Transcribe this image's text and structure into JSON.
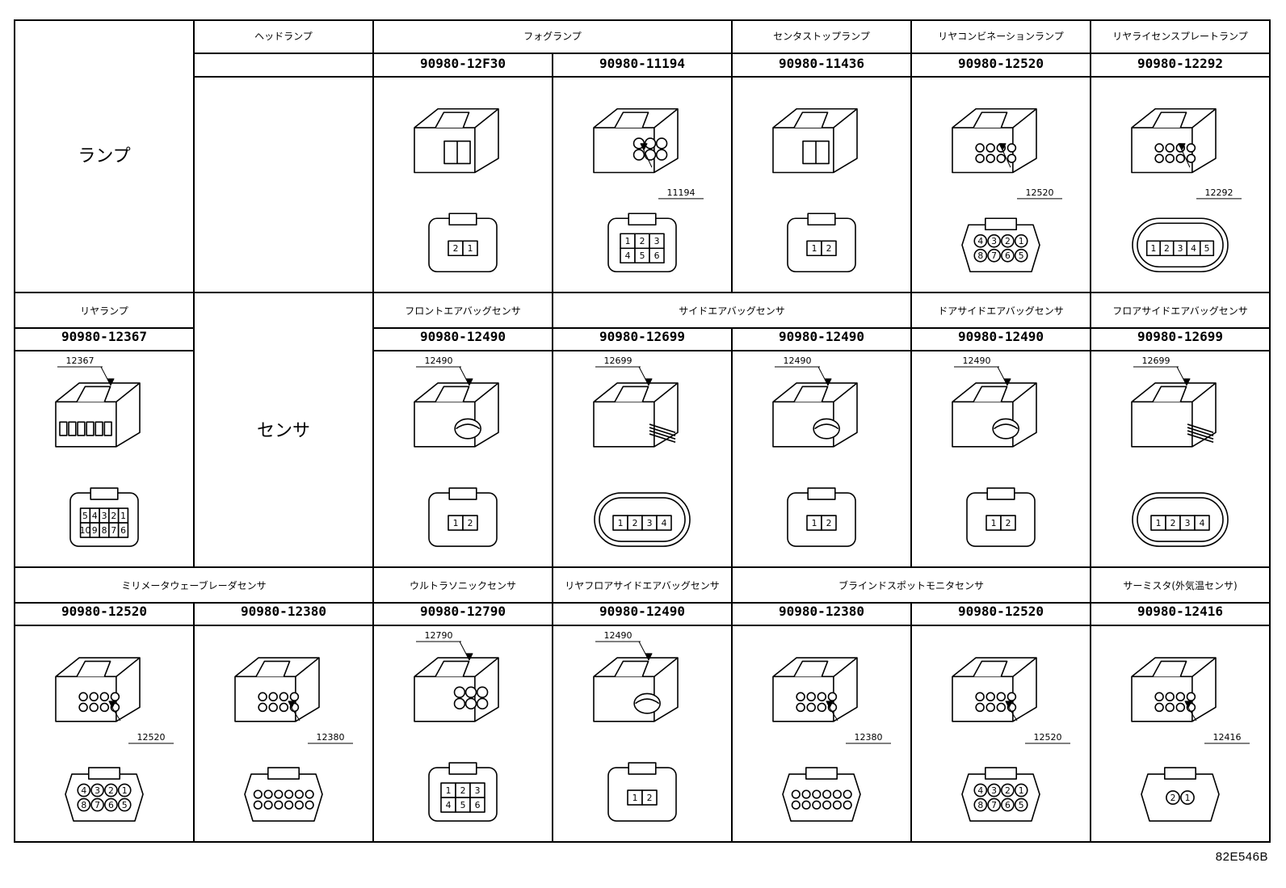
{
  "row1": {
    "category": "ランプ",
    "groups": [
      "ヘッドランプ",
      "フォグランプ",
      "センタストップランプ",
      "リヤコンビネーションランプ",
      "リヤライセンスプレートランプ"
    ],
    "parts": [
      {
        "pn": "90980-12F30",
        "callout": "",
        "pins": [
          "2",
          "1"
        ]
      },
      {
        "pn": "90980-11194",
        "callout": "11194",
        "pins": [
          "1",
          "2",
          "3",
          "4",
          "5",
          "6"
        ]
      },
      {
        "pn": "90980-11436",
        "callout": "",
        "pins": [
          "1",
          "2"
        ]
      },
      {
        "pn": "90980-12520",
        "callout": "12520",
        "pins": [
          "4",
          "3",
          "2",
          "1",
          "8",
          "7",
          "6",
          "5"
        ]
      },
      {
        "pn": "90980-12292",
        "callout": "12292",
        "pins": [
          "1",
          "2",
          "3",
          "4",
          "5"
        ]
      }
    ]
  },
  "row2": {
    "left_group": "リヤランプ",
    "left_part": {
      "pn": "90980-12367",
      "callout": "12367",
      "pins": [
        "5",
        "4",
        "3",
        "2",
        "1",
        "10",
        "9",
        "8",
        "7",
        "6"
      ]
    },
    "category": "センサ",
    "groups": [
      "フロントエアバッグセンサ",
      "サイドエアバッグセンサ",
      "ドアサイドエアバッグセンサ",
      "フロアサイドエアバッグセンサ"
    ],
    "parts": [
      {
        "pn": "90980-12490",
        "callout": "12490",
        "pins": [
          "1",
          "2"
        ]
      },
      {
        "pn": "90980-12699",
        "callout": "12699",
        "pins": [
          "1",
          "2",
          "3",
          "4"
        ]
      },
      {
        "pn": "90980-12490",
        "callout": "12490",
        "pins": [
          "1",
          "2"
        ]
      },
      {
        "pn": "90980-12490",
        "callout": "12490",
        "pins": [
          "1",
          "2"
        ]
      },
      {
        "pn": "90980-12699",
        "callout": "12699",
        "pins": [
          "1",
          "2",
          "3",
          "4"
        ]
      }
    ]
  },
  "row3": {
    "groups": [
      "ミリメータウェーブレーダセンサ",
      "ウルトラソニックセンサ",
      "リヤフロアサイドエアバッグセンサ",
      "ブラインドスポットモニタセンサ",
      "サーミスタ(外気温センサ)"
    ],
    "parts": [
      {
        "pn": "90980-12520",
        "callout": "12520",
        "pins": [
          "4",
          "3",
          "2",
          "1",
          "8",
          "7",
          "6",
          "5"
        ]
      },
      {
        "pn": "90980-12380",
        "callout": "12380",
        "pins": []
      },
      {
        "pn": "90980-12790",
        "callout": "12790",
        "pins": [
          "1",
          "2",
          "3",
          "4",
          "5",
          "6"
        ]
      },
      {
        "pn": "90980-12490",
        "callout": "12490",
        "pins": [
          "1",
          "2"
        ]
      },
      {
        "pn": "90980-12380",
        "callout": "12380",
        "pins": []
      },
      {
        "pn": "90980-12520",
        "callout": "12520",
        "pins": [
          "4",
          "3",
          "2",
          "1",
          "8",
          "7",
          "6",
          "5"
        ]
      },
      {
        "pn": "90980-12416",
        "callout": "12416",
        "pins": [
          "2",
          "1"
        ]
      }
    ]
  },
  "figure_ref": "82E546B"
}
